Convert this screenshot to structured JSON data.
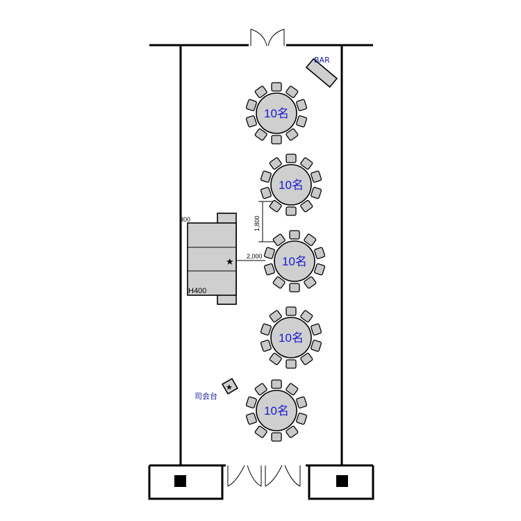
{
  "bar_label": "BAR",
  "mc_label": "司会台",
  "stage": {
    "width_label": "300",
    "height_label": "H400",
    "mark": "★"
  },
  "mc_mark": "★",
  "dimensions": {
    "vertical": "1,800",
    "horizontal": "2,000"
  },
  "tables": [
    {
      "label": "10名"
    },
    {
      "label": "10名"
    },
    {
      "label": "10名"
    },
    {
      "label": "10名"
    },
    {
      "label": "10名"
    }
  ]
}
